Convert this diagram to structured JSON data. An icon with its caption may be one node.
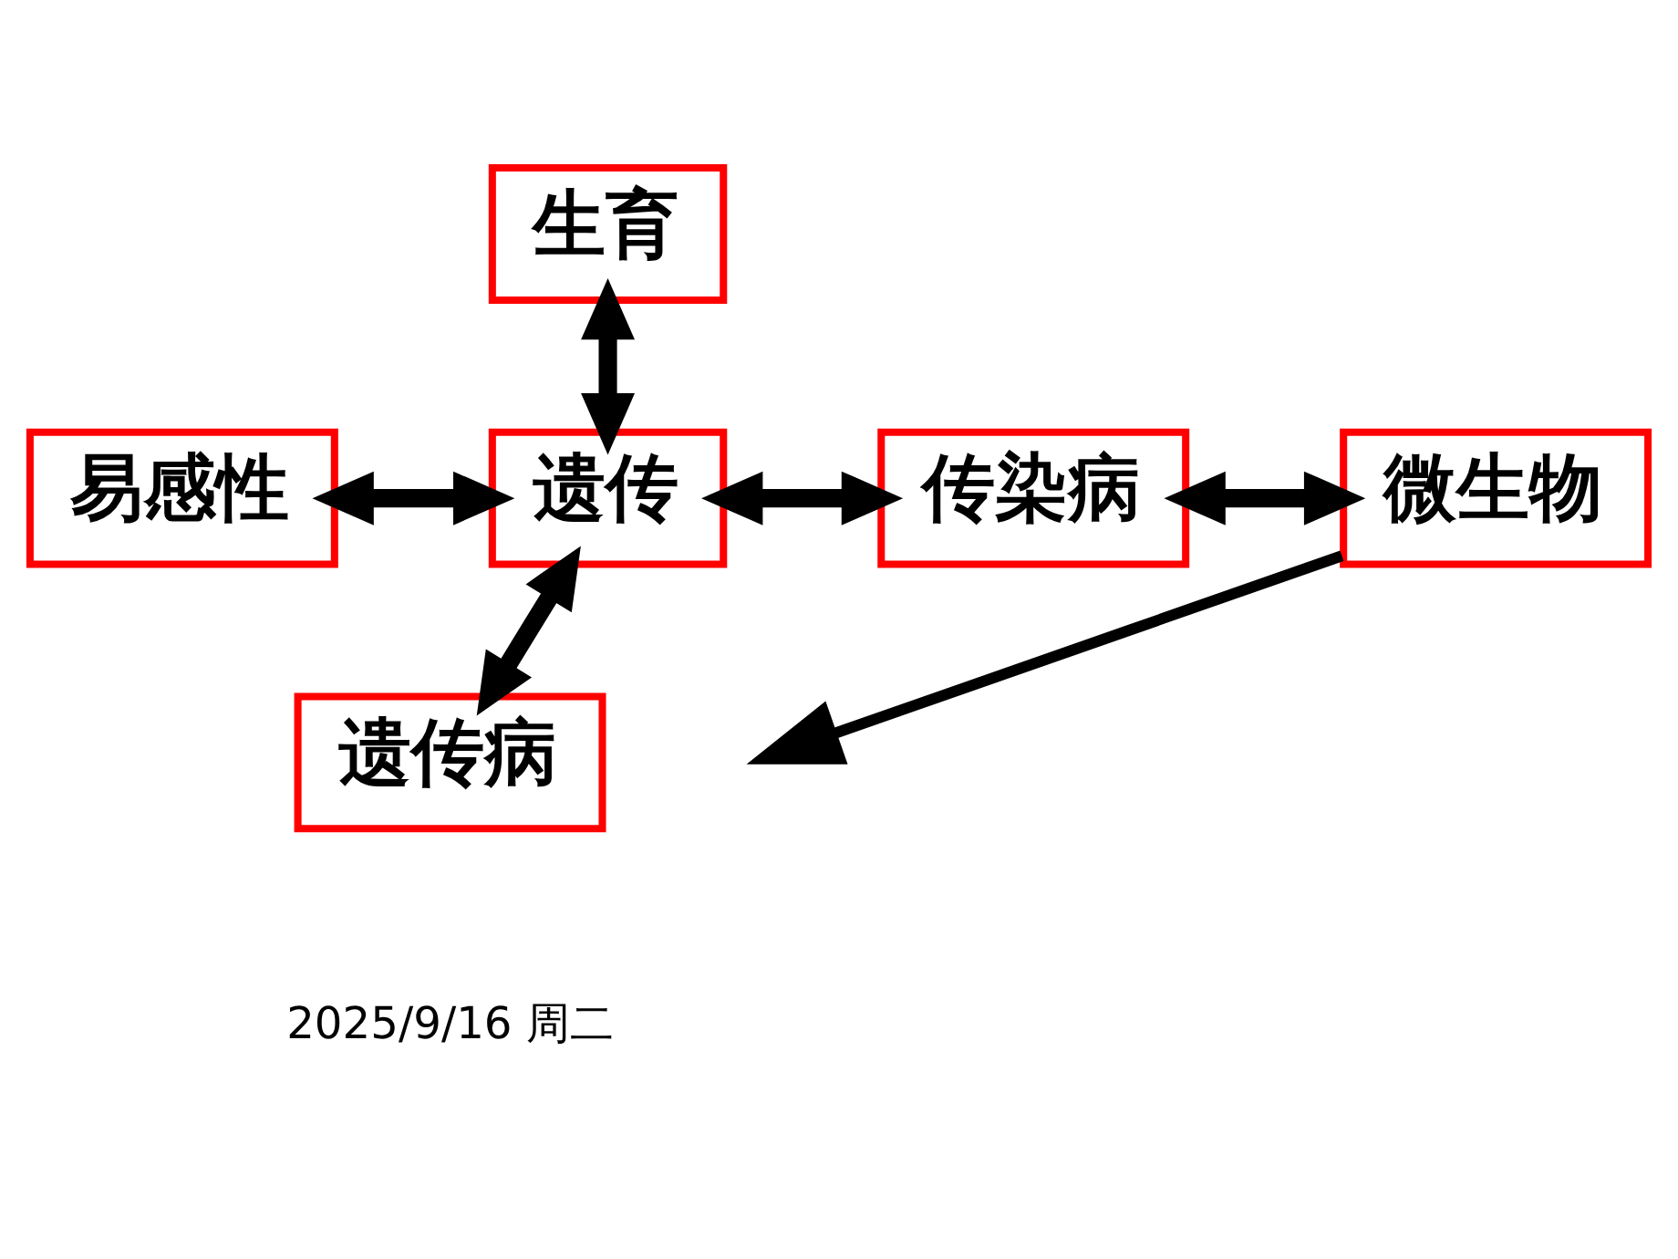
{
  "diagram": {
    "nodes": [
      {
        "text": [
          "生育"
        ]
      },
      {
        "text": [
          "易感性"
        ]
      },
      {
        "text": [
          "遗传"
        ]
      },
      {
        "text": [
          "传染病"
        ]
      },
      {
        "text": [
          "微生物"
        ]
      },
      {
        "text": [
          "遗传病"
        ]
      }
    ],
    "edges": [
      {
        "from": 0,
        "to": 2,
        "arrow": "both"
      },
      {
        "from": 1,
        "to": 2,
        "arrow": "both"
      },
      {
        "from": 2,
        "to": 3,
        "arrow": "both"
      },
      {
        "from": 3,
        "to": 4,
        "arrow": "both"
      },
      {
        "from": 2,
        "to": 5,
        "arrow": "both"
      },
      {
        "from": 4,
        "to": null,
        "arrow": "to"
      }
    ],
    "labels": [
      "2025/9/16 周二"
    ]
  }
}
